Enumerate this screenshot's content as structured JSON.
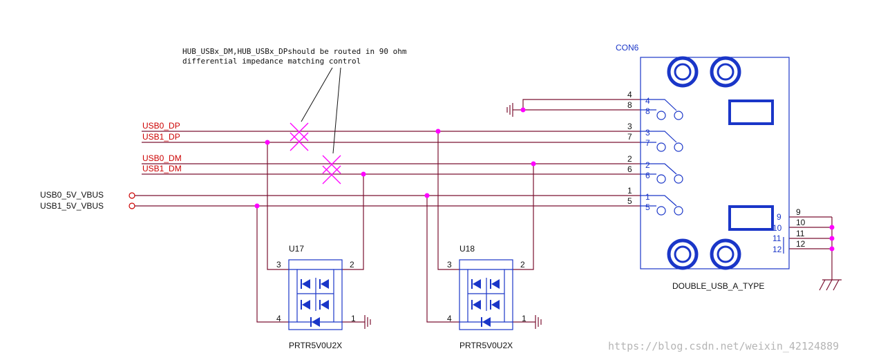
{
  "colors": {
    "wire": "#7a1030",
    "net_label": "#cc0000",
    "part": "#1a36c8",
    "junction": "#ff00ff",
    "text": "#111111",
    "watermark": "#b5b5b5"
  },
  "note": {
    "line1": "HUB_USBx_DM,HUB_USBx_DPshould be routed in 90 ohm",
    "line2": "differential impedance matching control"
  },
  "nets": {
    "usb0_dp": "USB0_DP",
    "usb1_dp": "USB1_DP",
    "usb0_dm": "USB0_DM",
    "usb1_dm": "USB1_DM",
    "usb0_vbus": "USB0_5V_VBUS",
    "usb1_vbus": "USB1_5V_VBUS"
  },
  "connector": {
    "ref": "CON6",
    "value": "DOUBLE_USB_A_TYPE",
    "left_pins": [
      "4",
      "8",
      "3",
      "7",
      "2",
      "6",
      "1",
      "5"
    ],
    "right_pins": [
      "9",
      "10",
      "11",
      "12"
    ]
  },
  "u17": {
    "ref": "U17",
    "value": "PRTR5V0U2X",
    "pins": {
      "p3": "3",
      "p2": "2",
      "p4": "4",
      "p1": "1"
    }
  },
  "u18": {
    "ref": "U18",
    "value": "PRTR5V0U2X",
    "pins": {
      "p3": "3",
      "p2": "2",
      "p4": "4",
      "p1": "1"
    }
  },
  "watermark": "https://blog.csdn.net/weixin_42124889"
}
